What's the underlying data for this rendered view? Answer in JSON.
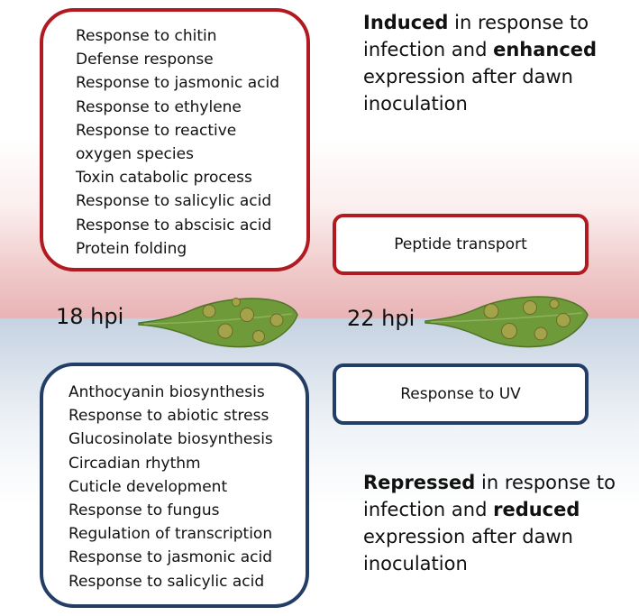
{
  "induced_terms_box": {
    "items": [
      "Response to chitin",
      "Defense response",
      "Response to jasmonic acid",
      "Response to ethylene",
      "Response to reactive",
      "oxygen species",
      "Toxin catabolic process",
      "Response to salicylic acid",
      "Response to abscisic acid",
      "Protein folding"
    ]
  },
  "repressed_terms_box": {
    "items": [
      "Anthocyanin biosynthesis",
      "Response to abiotic stress",
      "Glucosinolate biosynthesis",
      "Circadian rhythm",
      "Cuticle development",
      "Response to fungus",
      "Regulation of transcription",
      "Response to jasmonic acid",
      "Response to salicylic acid"
    ]
  },
  "peptide_box": {
    "label": "Peptide transport"
  },
  "uv_box": {
    "label": "Response to UV"
  },
  "induced_description": {
    "bold1": "Induced",
    "text1": " in response to infection and ",
    "bold2": "enhanced",
    "text2": " expression after dawn inoculation"
  },
  "repressed_description": {
    "bold1": "Repressed",
    "text1": " in response to infection and ",
    "bold2": "reduced",
    "text2": " expression after dawn inoculation"
  },
  "timepoints": {
    "first": "18 hpi",
    "second": "22 hpi"
  },
  "colors": {
    "induced_border": "#b11a21",
    "repressed_border": "#233e66",
    "leaf_green": "#6f9a3a",
    "lesion": "#a3a34a"
  }
}
